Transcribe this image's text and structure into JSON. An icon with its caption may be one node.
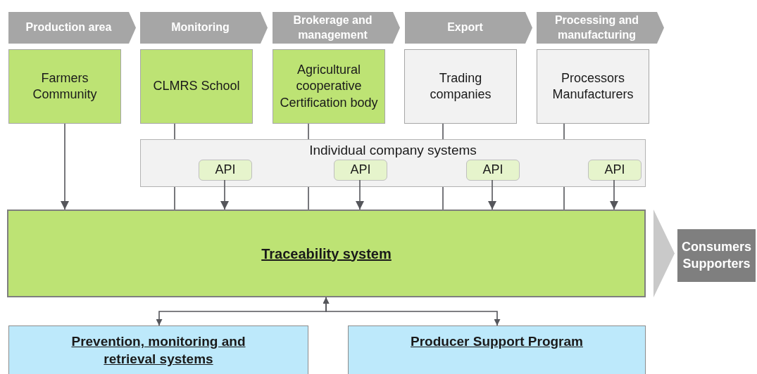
{
  "diagram": {
    "nodes": [
      {
        "text": [
          "Production area"
        ]
      },
      {
        "text": [
          "Monitoring"
        ]
      },
      {
        "text": [
          "Brokerage and management"
        ]
      },
      {
        "text": [
          "Export"
        ]
      },
      {
        "text": [
          "Processing and manufacturing"
        ]
      },
      {
        "text": [
          "Farmers Community"
        ]
      },
      {
        "text": [
          "CLMRS School"
        ]
      },
      {
        "text": [
          "Agricultural cooperative Certification body"
        ]
      },
      {
        "text": [
          "Trading companies"
        ]
      },
      {
        "text": [
          "Processors Manufacturers"
        ]
      },
      {
        "text": [
          "Individual company systems"
        ]
      },
      {
        "text": [
          "API"
        ],
        "in": 10
      },
      {
        "text": [
          "API"
        ],
        "in": 10
      },
      {
        "text": [
          "API"
        ],
        "in": 10
      },
      {
        "text": [
          "API"
        ],
        "in": 10
      },
      {
        "text": [
          "Traceability system"
        ]
      },
      {
        "text": [
          "Consumers Supporters"
        ]
      },
      {
        "text": [
          "Prevention, monitoring and retrieval systems"
        ]
      },
      {
        "text": [
          "Producer Support Program"
        ]
      }
    ],
    "edges": [
      {
        "from": 5,
        "to": 15,
        "arrow": "to"
      },
      {
        "from": 6,
        "to": 10,
        "arrow": "none"
      },
      {
        "from": 10,
        "to": 15,
        "arrow": "none"
      },
      {
        "from": 7,
        "to": 10,
        "arrow": "none"
      },
      {
        "from": 10,
        "to": 15,
        "arrow": "none"
      },
      {
        "from": 8,
        "to": 10,
        "arrow": "none"
      },
      {
        "from": 10,
        "to": 15,
        "arrow": "none"
      },
      {
        "from": 9,
        "to": 10,
        "arrow": "none"
      },
      {
        "from": 10,
        "to": 15,
        "arrow": "none"
      },
      {
        "from": 11,
        "to": 15,
        "arrow": "to"
      },
      {
        "from": 12,
        "to": 15,
        "arrow": "to"
      },
      {
        "from": 13,
        "to": 15,
        "arrow": "to"
      },
      {
        "from": 14,
        "to": 15,
        "arrow": "to"
      },
      {
        "from": 15,
        "to": 16,
        "arrow": "to"
      },
      {
        "from": 15,
        "to": 17,
        "arrow": "both"
      },
      {
        "from": 15,
        "to": 18,
        "arrow": "both"
      }
    ]
  }
}
